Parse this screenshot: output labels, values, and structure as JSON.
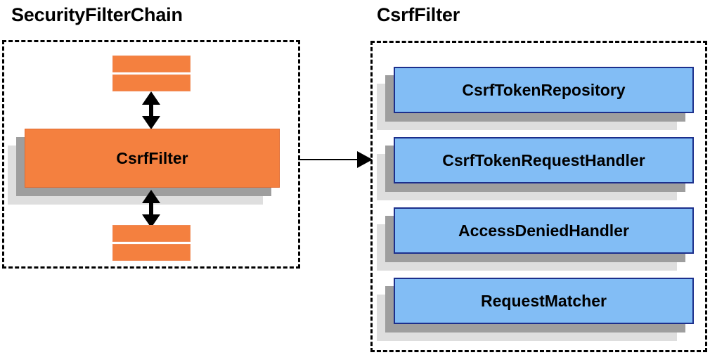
{
  "diagram": {
    "background_color": "#ffffff",
    "left_panel": {
      "title": "SecurityFilterChain",
      "border_style": "dashed",
      "filter_box": {
        "label": "CsrfFilter",
        "fill_color": "#f4803f"
      },
      "bars_above": 2,
      "bars_below": 2,
      "arrow_above": "double-headed-vertical",
      "arrow_below": "double-headed-vertical"
    },
    "connector": {
      "type": "arrow-right",
      "color": "#000000"
    },
    "right_panel": {
      "title": "CsrfFilter",
      "border_style": "dashed",
      "components": [
        {
          "label": "CsrfTokenRepository",
          "fill_color": "#82bdf5"
        },
        {
          "label": "CsrfTokenRequestHandler",
          "fill_color": "#82bdf5"
        },
        {
          "label": "AccessDeniedHandler",
          "fill_color": "#82bdf5"
        },
        {
          "label": "RequestMatcher",
          "fill_color": "#82bdf5"
        }
      ]
    },
    "colors": {
      "orange": "#f4803f",
      "blue": "#82bdf5",
      "blue_border": "#1c2f8c",
      "shadow_near": "#9e9e9e",
      "shadow_far": "#dedede",
      "outline": "#000000"
    }
  }
}
